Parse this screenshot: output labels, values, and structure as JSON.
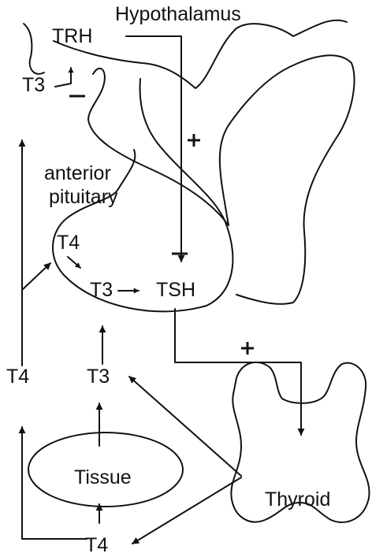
{
  "labels": {
    "hypothalamus": "Hypothalamus",
    "trh": "TRH",
    "t3_hypothalamus": "T3",
    "anterior": "anterior",
    "pituitary": "pituitary",
    "t4_pituitary": "T4",
    "t3_pituitary": "T3",
    "tsh": "TSH",
    "t4_left": "T4",
    "t3_middle": "T3",
    "tissue": "Tissue",
    "thyroid": "Thyroid",
    "t4_bottom": "T4"
  },
  "signs": {
    "plus_trh": "+",
    "plus_tsh": "+"
  },
  "colors": {
    "ink": "#111111",
    "background": "#ffffff"
  }
}
